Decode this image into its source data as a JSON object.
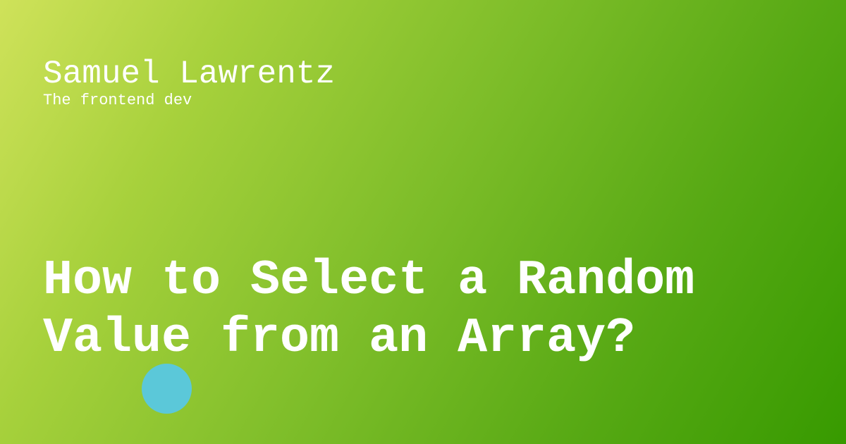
{
  "author": {
    "name": "Samuel Lawrentz",
    "tagline": "The frontend dev"
  },
  "article": {
    "title": "How to Select a Random\nValue from an Array?"
  },
  "colors": {
    "gradient_start": "#cfe25a",
    "gradient_end": "#379a00",
    "text": "#ffffff",
    "accent_dot": "#5bc8d9"
  },
  "decorations": {
    "dot_icon": "circle-icon"
  }
}
